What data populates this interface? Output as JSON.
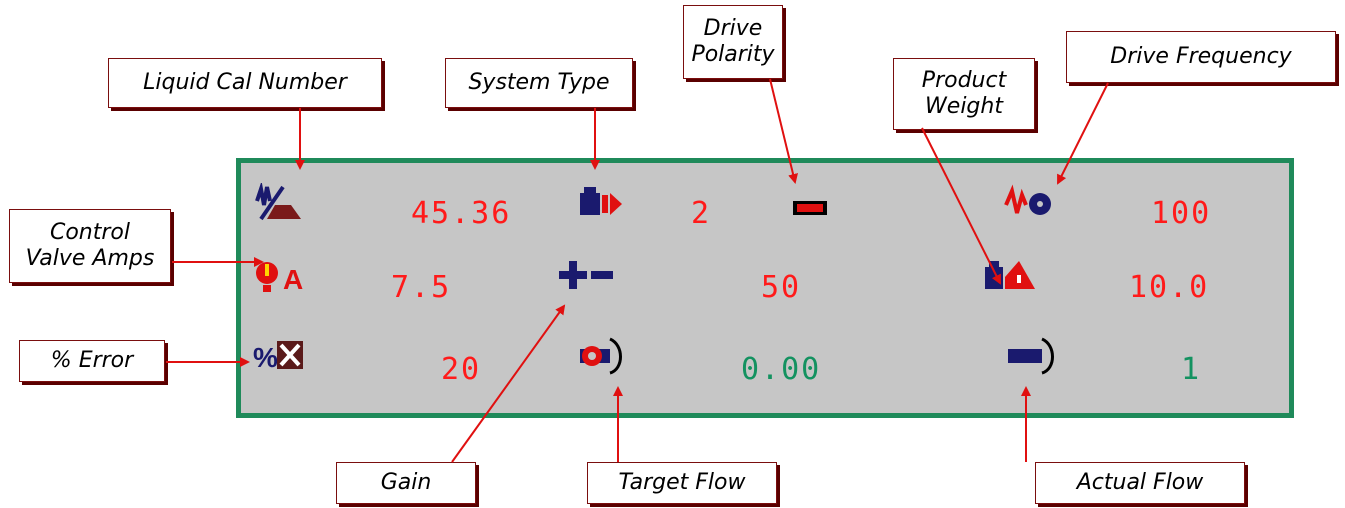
{
  "panel": {
    "row1": {
      "liquid_cal": "45.36",
      "system_type": "2",
      "drive_frequency": "100"
    },
    "row2": {
      "valve_amps": "7.5",
      "gain": "50",
      "product_weight": "10.0"
    },
    "row3": {
      "percent_error": "20",
      "target_flow": "0.00",
      "actual_flow": "1"
    }
  },
  "callouts": {
    "liquid_cal_number": "Liquid Cal Number",
    "system_type": "System Type",
    "drive_polarity": [
      "Drive",
      "Polarity"
    ],
    "product_weight": [
      "Product",
      "Weight"
    ],
    "drive_frequency": "Drive Frequency",
    "control_valve_amps": [
      "Control",
      "Valve Amps"
    ],
    "percent_error": "% Error",
    "gain": "Gain",
    "target_flow": "Target Flow",
    "actual_flow": "Actual Flow"
  },
  "colors": {
    "panel_bg": "#c6c6c6",
    "panel_border": "#1f8a5a",
    "value_red": "#ff1a1a",
    "value_green": "#139260",
    "arrow": "#e01010",
    "icon_navy": "#1a1a6e"
  },
  "icons": [
    "liquid-cal-icon",
    "system-type-icon",
    "drive-polarity-icon",
    "drive-frequency-icon",
    "valve-amps-icon",
    "gain-icon",
    "product-weight-icon",
    "percent-error-icon",
    "target-flow-icon",
    "actual-flow-icon"
  ]
}
